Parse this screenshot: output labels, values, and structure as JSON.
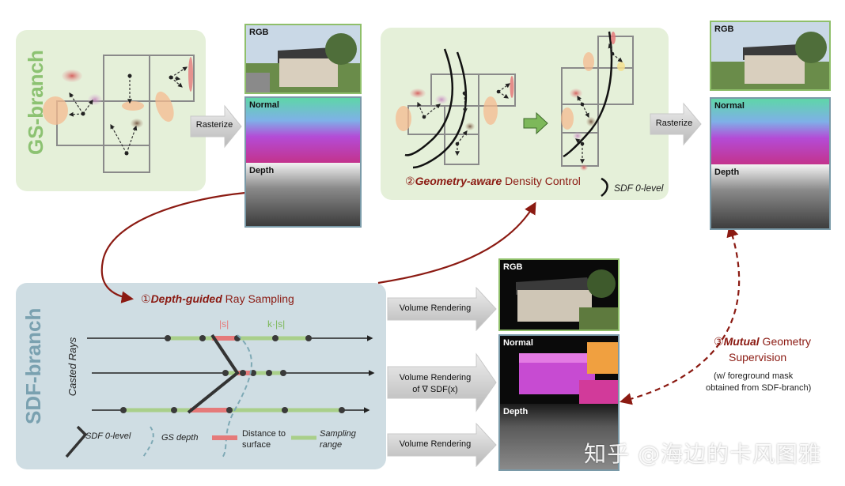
{
  "gs_branch": {
    "label": "GS-branch"
  },
  "sdf_branch": {
    "label": "SDF-branch",
    "casted_rays_label": "Casted Rays",
    "s_label": "|s|",
    "ks_label": "k·|s|",
    "legend": {
      "sdf_zero": "SDF 0-level",
      "gs_depth": "GS depth",
      "distance": "Distance to surface",
      "sampling": "Sampling range"
    }
  },
  "step1": {
    "num": "①",
    "bold": "Depth-guided",
    "rest": " Ray Sampling"
  },
  "step2": {
    "num": "②",
    "bold": "Geometry-aware",
    "rest": " Density Control",
    "legend": "SDF 0-level"
  },
  "step3": {
    "num": "③",
    "bold": "Mutual",
    "rest": " Geometry",
    "line2": "Supervision",
    "note1": "(w/ foreground mask",
    "note2": "obtained from SDF-branch)"
  },
  "rasterize_1": "Rasterize",
  "rasterize_2": "Rasterize",
  "volume_rendering_1": "Volume Rendering",
  "volume_rendering_2a": "Volume Rendering",
  "volume_rendering_2b": "of ∇ SDF(x)",
  "volume_rendering_3": "Volume Rendering",
  "images": {
    "gs_rgb": "RGB",
    "gs_normal": "Normal",
    "gs_depth": "Depth",
    "out_rgb": "RGB",
    "out_normal": "Normal",
    "out_depth": "Depth",
    "sdf_rgb": "RGB",
    "sdf_normal": "Normal",
    "sdf_depth": "Depth"
  },
  "watermark": "知乎 @海边的卡风图雅",
  "colors": {
    "green_panel": "#e5f0d9",
    "blue_panel": "#cfdde3",
    "dark_red": "#8b1a12",
    "green_frame": "#8fbf6a",
    "blue_frame": "#7a9aa8",
    "green_text": "#8cc272",
    "blue_text": "#7aa1b0",
    "pink": "#e57a7a",
    "sampling_green": "#a9cf8a"
  }
}
